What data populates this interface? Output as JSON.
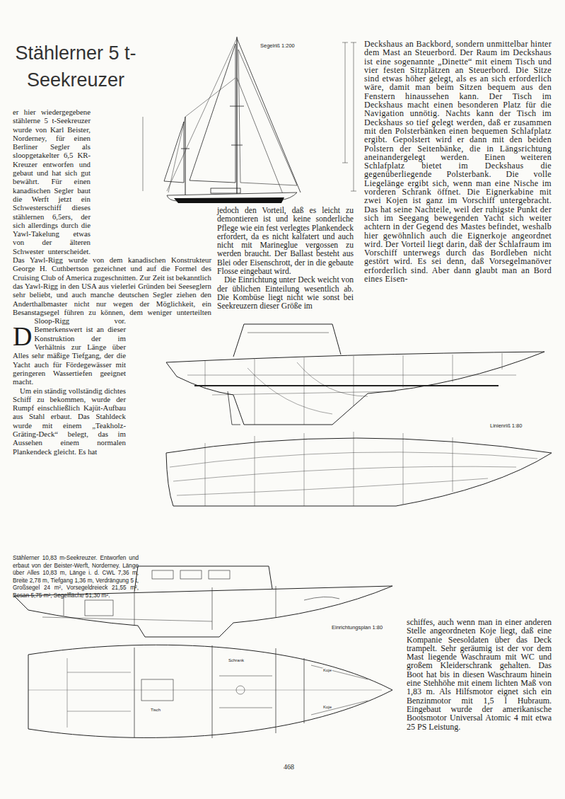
{
  "diagram": {
    "title": "Stählerner 5 t-Seekreuzer",
    "caption": "Stählerner 10,83 m-Seekreuzer. Entworfen und erbaut von der Beister-Werft, Norderney. Länge über Alles 10,83 m, Länge i. d. CWL 7,36 m, Breite 2,78 m, Tiefgang 1,36 m, Verdrängung 5 t, Großsegel 24 m², Vorsegeldreieck 21,55 m², Besan 5,75 m², Segelfläche 51,30 m².",
    "labels": [
      "Der hier wiedergegebene stählerne 5 t-Seekreuzer wurde von Karl Beister, Norderney, für einen Berliner Segler als sloopgetakelter 6,5 KR-Kreuzer entworfen und gebaut und hat sich gut bewährt. Für einen kanadischen Segler baut die Werft jetzt ein Schwesterschiff dieses stählernen 6,5ers, der sich allerdings durch die Yawl-Takelung etwas von der älteren Schwester unterscheidet. Das Yawl-Rigg wurde von dem kanadischen Konstrukteur George H. Cuthbertson gezeichnet und auf die Formel des Cruising Club of America zugeschnitten. Zur Zeit ist bekanntlich das Yawl-Rigg in den USA aus vielerlei Gründen bei Seeseglern sehr beliebt, und auch manche deutschen Segler ziehen den Anderthalbmaster nicht nur wegen der Möglichkeit, ein Besanstagsegel führen zu können, dem weniger unterteilten Sloop-Rigg vor. Bemerkenswert ist an dieser Konstruktion der im Verhältnis zur Länge über Alles sehr mäßige Tiefgang, der die Yacht auch für Fördegewässer mit geringeren Wassertiefen geeignet macht.",
      "Um ein ständig vollständig dichtes Schiff zu bekommen, wurde der Rumpf einschließlich Kajüt-Aufbau aus Stahl erbaut. Das Stahldeck wurde mit einem „Teakholz-Gräting-Deck“ belegt, das im Aussehen einem normalen Plankendeck gleicht. Es hat",
      "jedoch den Vorteil, daß es leicht zu demontieren ist und keine sonderliche Pflege wie ein fest verlegtes Plankendeck erfordert, da es nicht kalfatert und auch nicht mit Marineglue vergossen zu werden braucht. Der Ballast besteht aus Blei oder Eisenschrott, der in die gebaute Flosse eingebaut wird.",
      "Die Einrichtung unter Deck weicht von der üblichen Einteilung wesentlich ab. Die Kombüse liegt nicht wie sonst bei Seekreuzern dieser Größe im",
      "Deckshaus an Backbord, sondern unmittelbar hinter dem Mast an Steuerbord. Der Raum im Deckshaus ist eine sogenannte „Dinette“ mit einem Tisch und vier festen Sitzplätzen an Steuerbord. Die Sitze sind etwas höher gelegt, als es an sich erforderlich wäre, damit man beim Sitzen bequem aus den Fenstern hinaussehen kann. Der Tisch im Deckshaus macht einen besonderen Platz für die Navigation unnötig. Nachts kann der Tisch im Deckshaus so tief gelegt werden, daß er zusammen mit den Polsterbänken einen bequemen Schlafplatz ergibt. Gepolstert wird er dann mit den beiden Polstern der Seitenbänke, die in Längsrichtung aneinandergelegt werden. Einen weiteren Schlafplatz bietet im Deckshaus die gegenüberliegende Polsterbank. Die volle Liegelänge ergibt sich, wenn man eine Nische im vorderen Schrank öffnet. Die Eignerkabine mit zwei Kojen ist ganz im Vorschiff untergebracht. Das hat seine Nachteile, weil der ruhigste Punkt der sich im Seegang bewegenden Yacht sich weiter achtern in der Gegend des Mastes befindet, weshalb hier gewöhnlich auch die Eignerkoje angeordnet wird. Der Vorteil liegt darin, daß der Schlafraum im Vorschiff unterwegs durch das Bordleben nicht gestört wird. Es sei denn, daß Vorsegelmanöver erforderlich sind. Aber dann glaubt man an Bord eines Eisen-",
      "schiffes, auch wenn man in einer anderen Stelle angeordneten Koje liegt, daß eine Kompanie Seesoldaten über das Deck trampelt. Sehr geräumig ist der vor dem Mast liegende Waschraum mit WC und großem Kleiderschrank gehalten. Das Boot hat bis in diesen Waschraum hinein eine Stehhöhe mit einem lichten Maß von 1,83 m. Als Hilfsmotor eignet sich ein Benzinmotor mit 1,5 l Hubraum. Eingebaut wurde der amerikanische Bootsmotor Universal Atomic 4 mit etwa 25 PS Leistung.",
      "Segelriß 1:200",
      "Linienriß 1:80",
      "Einrichtungsplan 1:80",
      "Tisch",
      "Koje",
      "Koje",
      "Schrank",
      "468"
    ]
  }
}
